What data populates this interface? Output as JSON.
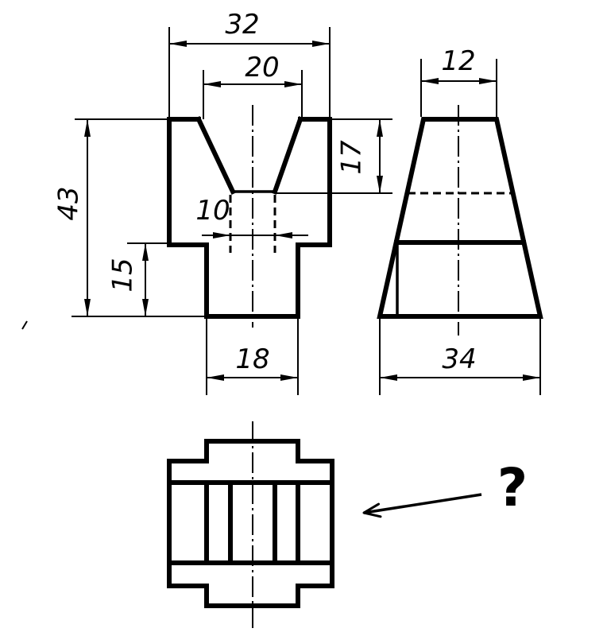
{
  "colors": {
    "ink": "#000000",
    "paper": "#ffffff"
  },
  "front_view": {
    "overall_width": "32",
    "funnel_top_width": "20",
    "overall_height": "43",
    "funnel_depth": "17",
    "bore_width": "10",
    "base_height": "15",
    "base_width": "18"
  },
  "side_view": {
    "top_width": "12",
    "bottom_width": "34"
  },
  "top_view": {
    "query_mark": "?"
  }
}
